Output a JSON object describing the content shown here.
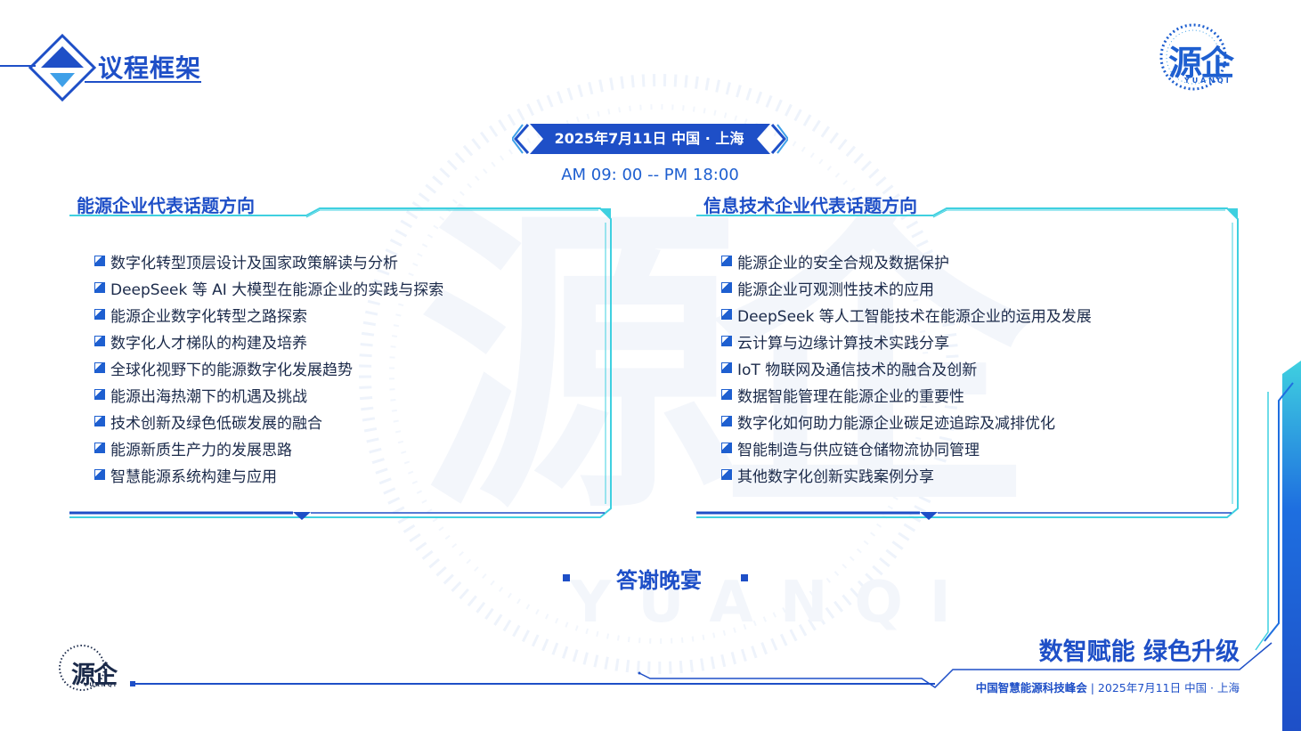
{
  "header": {
    "title": "议程框架"
  },
  "logo": {
    "mark": "源企",
    "sub": "YUANQI"
  },
  "watermark": {
    "char": "源企",
    "text": "YUANQI"
  },
  "event": {
    "date_location": "2025年7月11日 中国 · 上海",
    "time": "AM 09:  00 -- PM 18:00"
  },
  "panels": {
    "left": {
      "title": "能源企业代表话题方向",
      "items": [
        "数字化转型顶层设计及国家政策解读与分析",
        "DeepSeek 等 AI 大模型在能源企业的实践与探索",
        "能源企业数字化转型之路探索",
        "数字化人才梯队的构建及培养",
        "全球化视野下的能源数字化发展趋势",
        "能源出海热潮下的机遇及挑战",
        "技术创新及绿色低碳发展的融合",
        "能源新质生产力的发展思路",
        "智慧能源系统构建与应用"
      ]
    },
    "right": {
      "title": "信息技术企业代表话题方向",
      "items": [
        "能源企业的安全合规及数据保护",
        "能源企业可观测性技术的应用",
        "DeepSeek 等人工智能技术在能源企业的运用及发展",
        "云计算与边缘计算技术实践分享",
        "IoT 物联网及通信技术的融合及创新",
        "数据智能管理在能源企业的重要性",
        "数字化如何助力能源企业碳足迹追踪及减排优化",
        "智能制造与供应链仓储物流协同管理",
        "其他数字化创新实践案例分享"
      ]
    }
  },
  "dinner": {
    "label": "答谢晚宴"
  },
  "slogan": {
    "part1": "数智赋能",
    "part2": "绿色升级"
  },
  "footer": {
    "summit": "中国智慧能源科技峰会",
    "separator": "|",
    "date_location": "2025年7月11日 中国 · 上海"
  },
  "colors": {
    "primary": "#1e4fc7",
    "accent": "#3fd0e0",
    "text": "#1b2a4a"
  }
}
